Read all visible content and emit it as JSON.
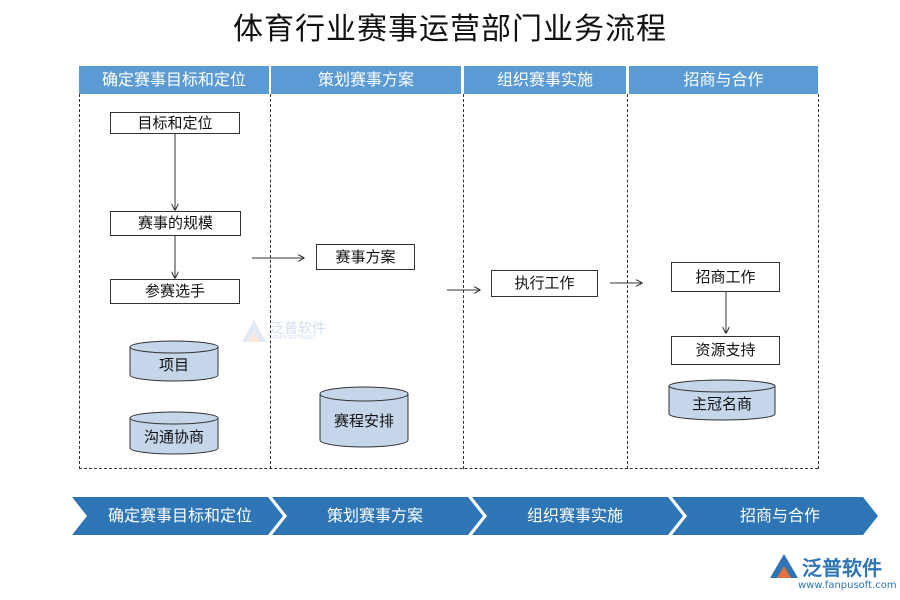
{
  "title": "体育行业赛事运营部门业务流程",
  "lanes": [
    "确定赛事目标和定位",
    "策划赛事方案",
    "组织赛事实施",
    "招商与合作"
  ],
  "nodes": {
    "goal": "目标和定位",
    "scale": "赛事的规模",
    "athletes": "参赛选手",
    "projects": "项目",
    "communication": "沟通协商",
    "plan": "赛事方案",
    "schedule": "赛程安排",
    "execute": "执行工作",
    "sponsorship": "招商工作",
    "resources": "资源支持",
    "naming": "主冠名商"
  },
  "stages": [
    "确定赛事目标和定位",
    "策划赛事方案",
    "组织赛事实施",
    "招商与合作"
  ],
  "watermark": {
    "name": "泛普软件",
    "sub": "FANPU SOFTWARE",
    "url": "www.fanpusoft.com"
  },
  "colors": {
    "header": "#5b9bd5",
    "chevron": "#2e75b6",
    "cylinder": "#c5d5ea"
  }
}
